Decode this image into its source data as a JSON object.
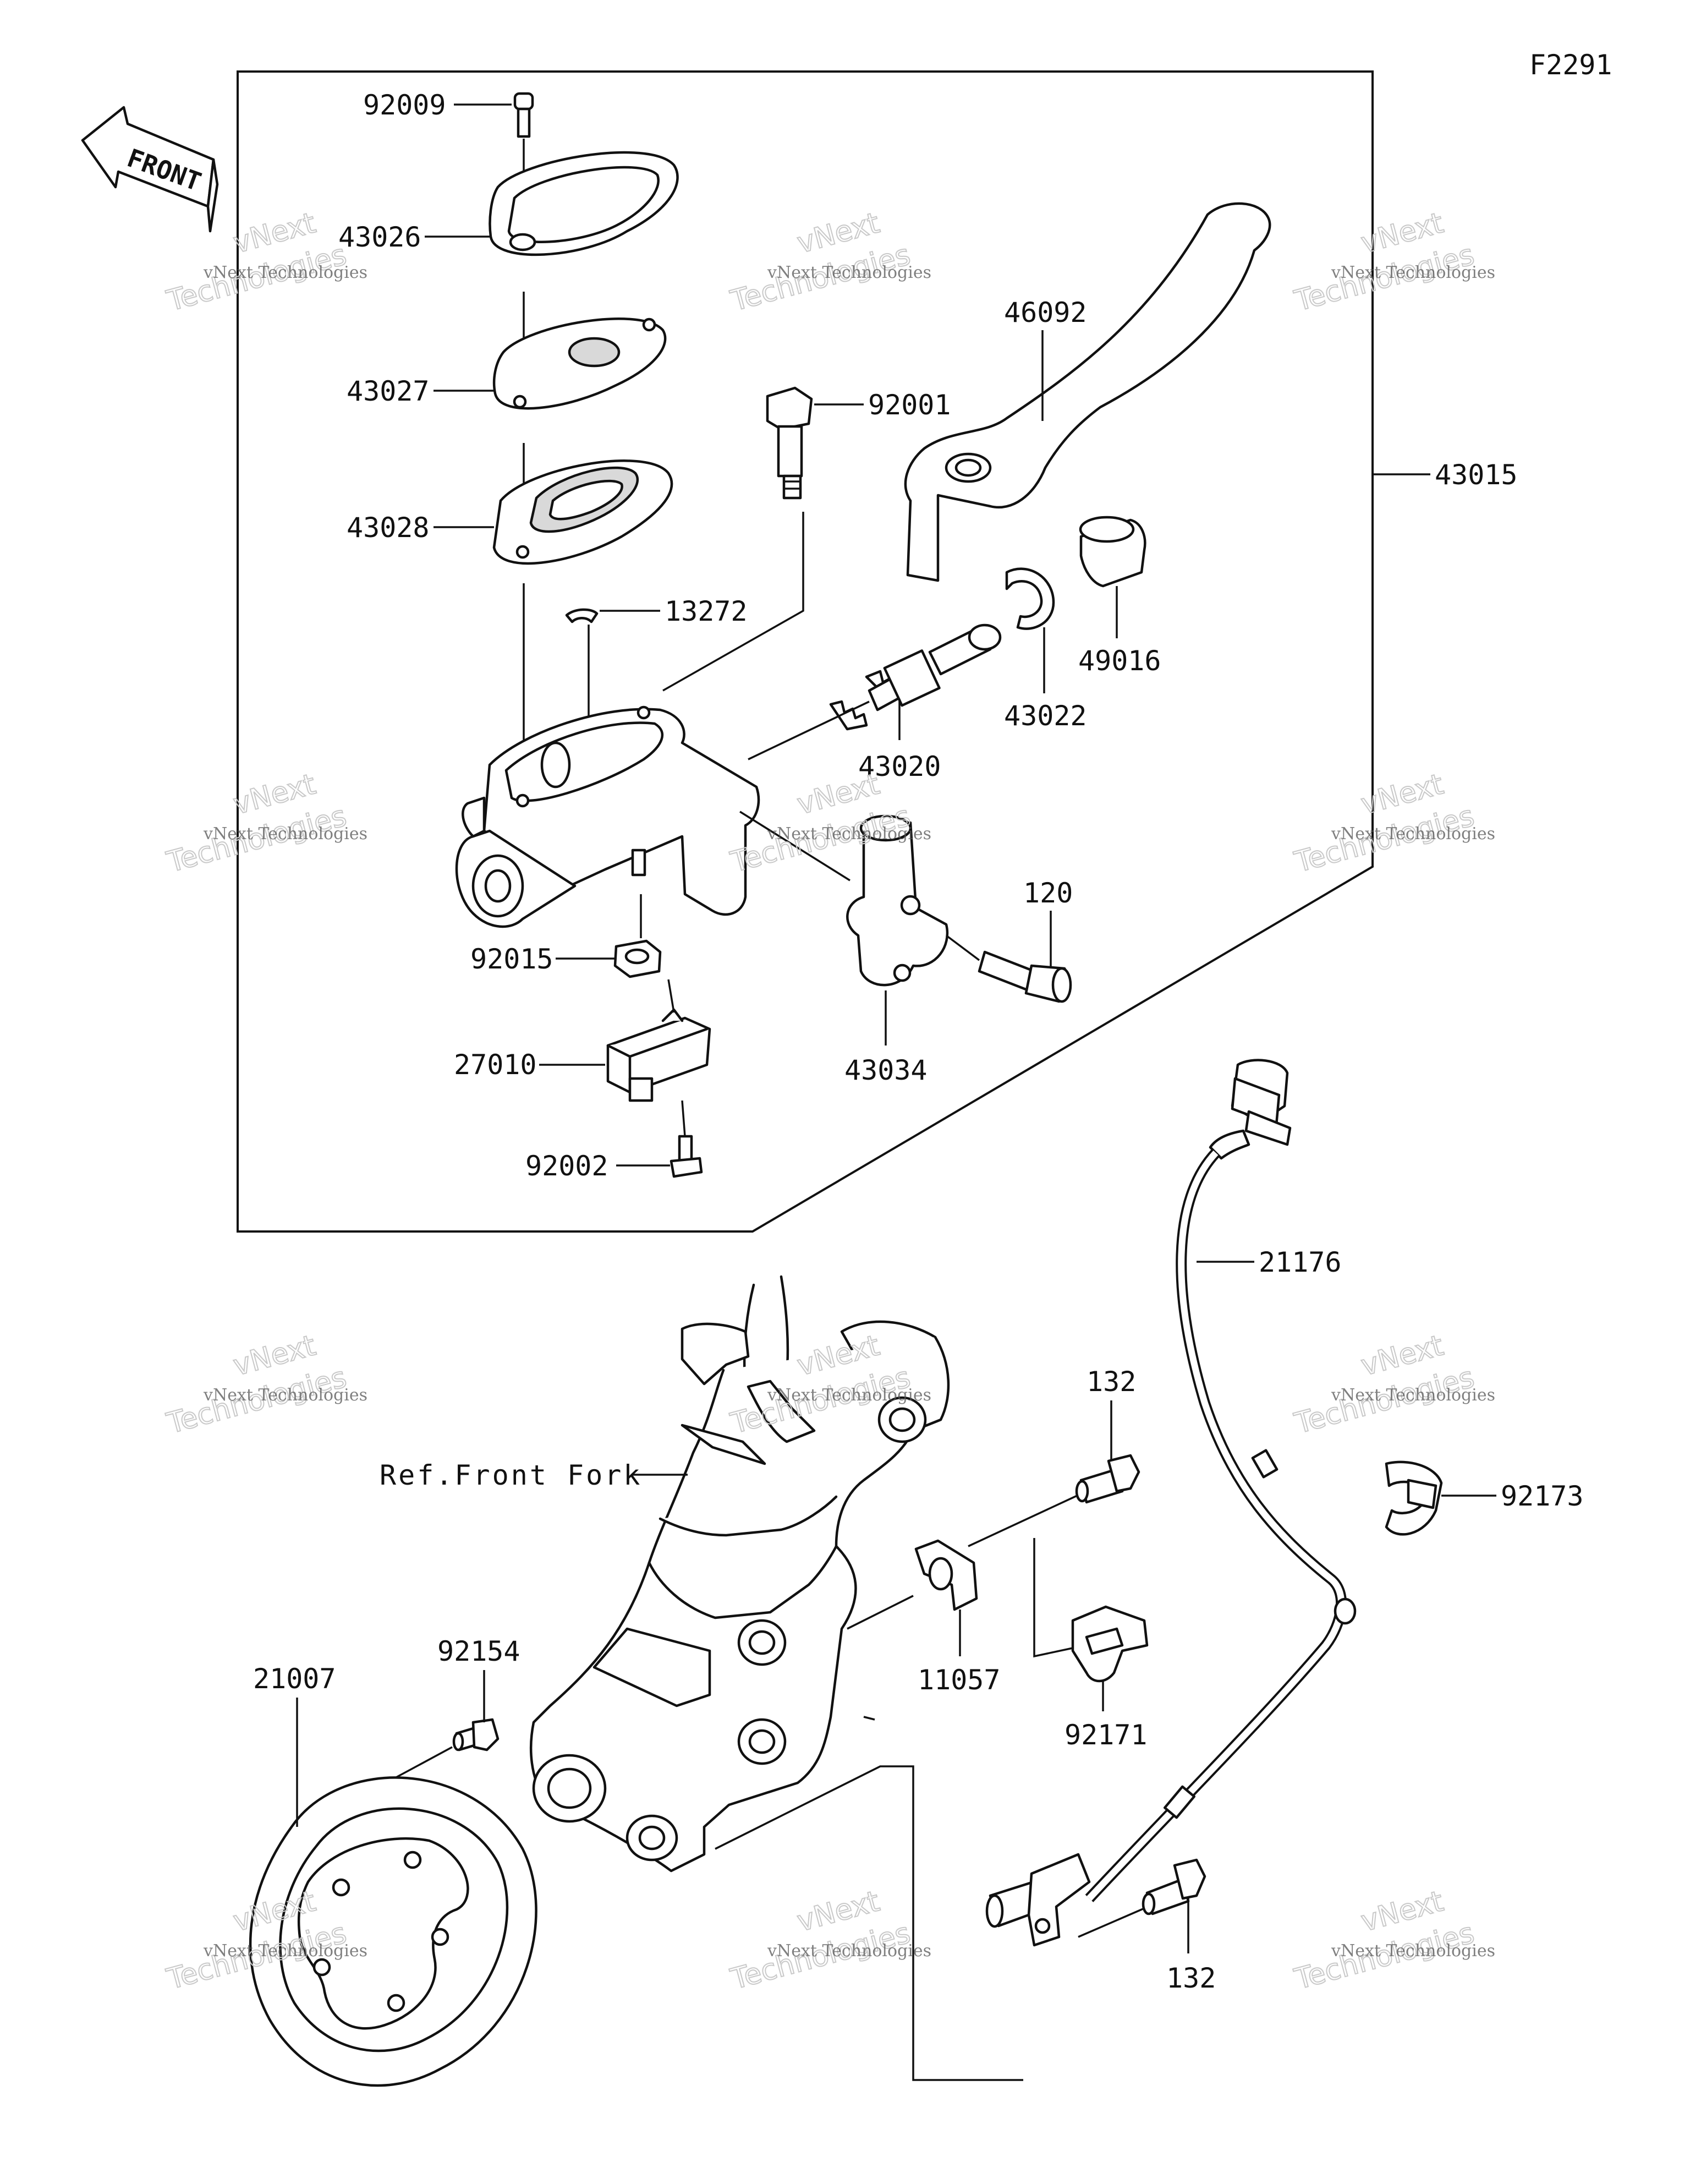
{
  "figure_code": "F2291",
  "front_label": "FRONT",
  "ref_label": "Ref.Front Fork",
  "assembly_label": "43015",
  "watermark": {
    "line1": "vNext Technologies",
    "line2": "vNext",
    "line3": "Technologies"
  },
  "parts": {
    "p92009": "92009",
    "p43026": "43026",
    "p43027": "43027",
    "p43028": "43028",
    "p13272": "13272",
    "p92001": "92001",
    "p46092": "46092",
    "p43022": "43022",
    "p49016": "49016",
    "p43020": "43020",
    "p120": "120",
    "p92015": "92015",
    "p27010": "27010",
    "p43034": "43034",
    "p92002": "92002",
    "p21176": "21176",
    "p132a": "132",
    "p92173": "92173",
    "p11057": "11057",
    "p92171": "92171",
    "p92154": "92154",
    "p21007": "21007",
    "p132b": "132"
  }
}
